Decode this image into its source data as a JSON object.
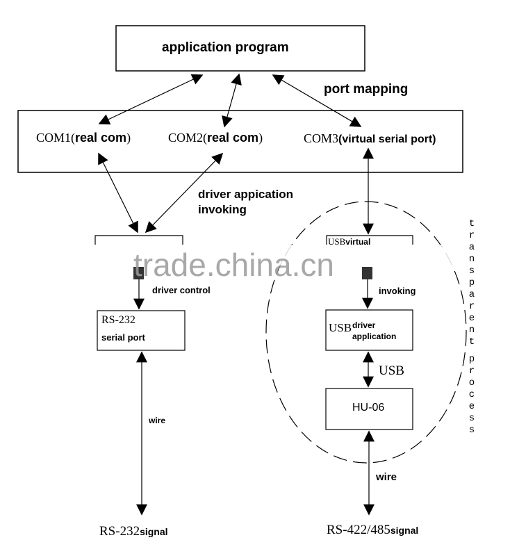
{
  "colors": {
    "line": "#000000",
    "watermark": "#9a9a9a",
    "background": "#ffffff"
  },
  "app_box": {
    "label": "application program"
  },
  "port_mapping": {
    "label": "port mapping"
  },
  "com_row": {
    "com1": {
      "prefix": "COM1(",
      "bold": "real com",
      "suffix": ")"
    },
    "com2": {
      "prefix": "COM2(",
      "bold": "real com",
      "suffix": ")"
    },
    "com3": {
      "prefix": "COM3",
      "bold": "(virtual serial port)"
    }
  },
  "driver_invoking": {
    "line1": "driver appication",
    "line2": "invoking"
  },
  "left_column": {
    "driver_control": "driver control",
    "rs232_box": {
      "line1": "RS-232",
      "line2": "serial port"
    },
    "wire": "wire",
    "signal": {
      "name": "RS-232",
      "suffix": "signal"
    }
  },
  "right_column": {
    "usb_virtual_box": {
      "prefix": "USB",
      "label": "virtual"
    },
    "invoking": "invoking",
    "usb_driver_box": {
      "prefix": "USB",
      "line1": "driver",
      "line2": "application"
    },
    "usb_link": "USB",
    "hu06_box": {
      "label": "HU-06"
    },
    "wire": "wire",
    "signal": {
      "name": "RS-422/485",
      "suffix": "signal"
    }
  },
  "vertical_note": "transparent process",
  "watermark": "trade.china.cn"
}
